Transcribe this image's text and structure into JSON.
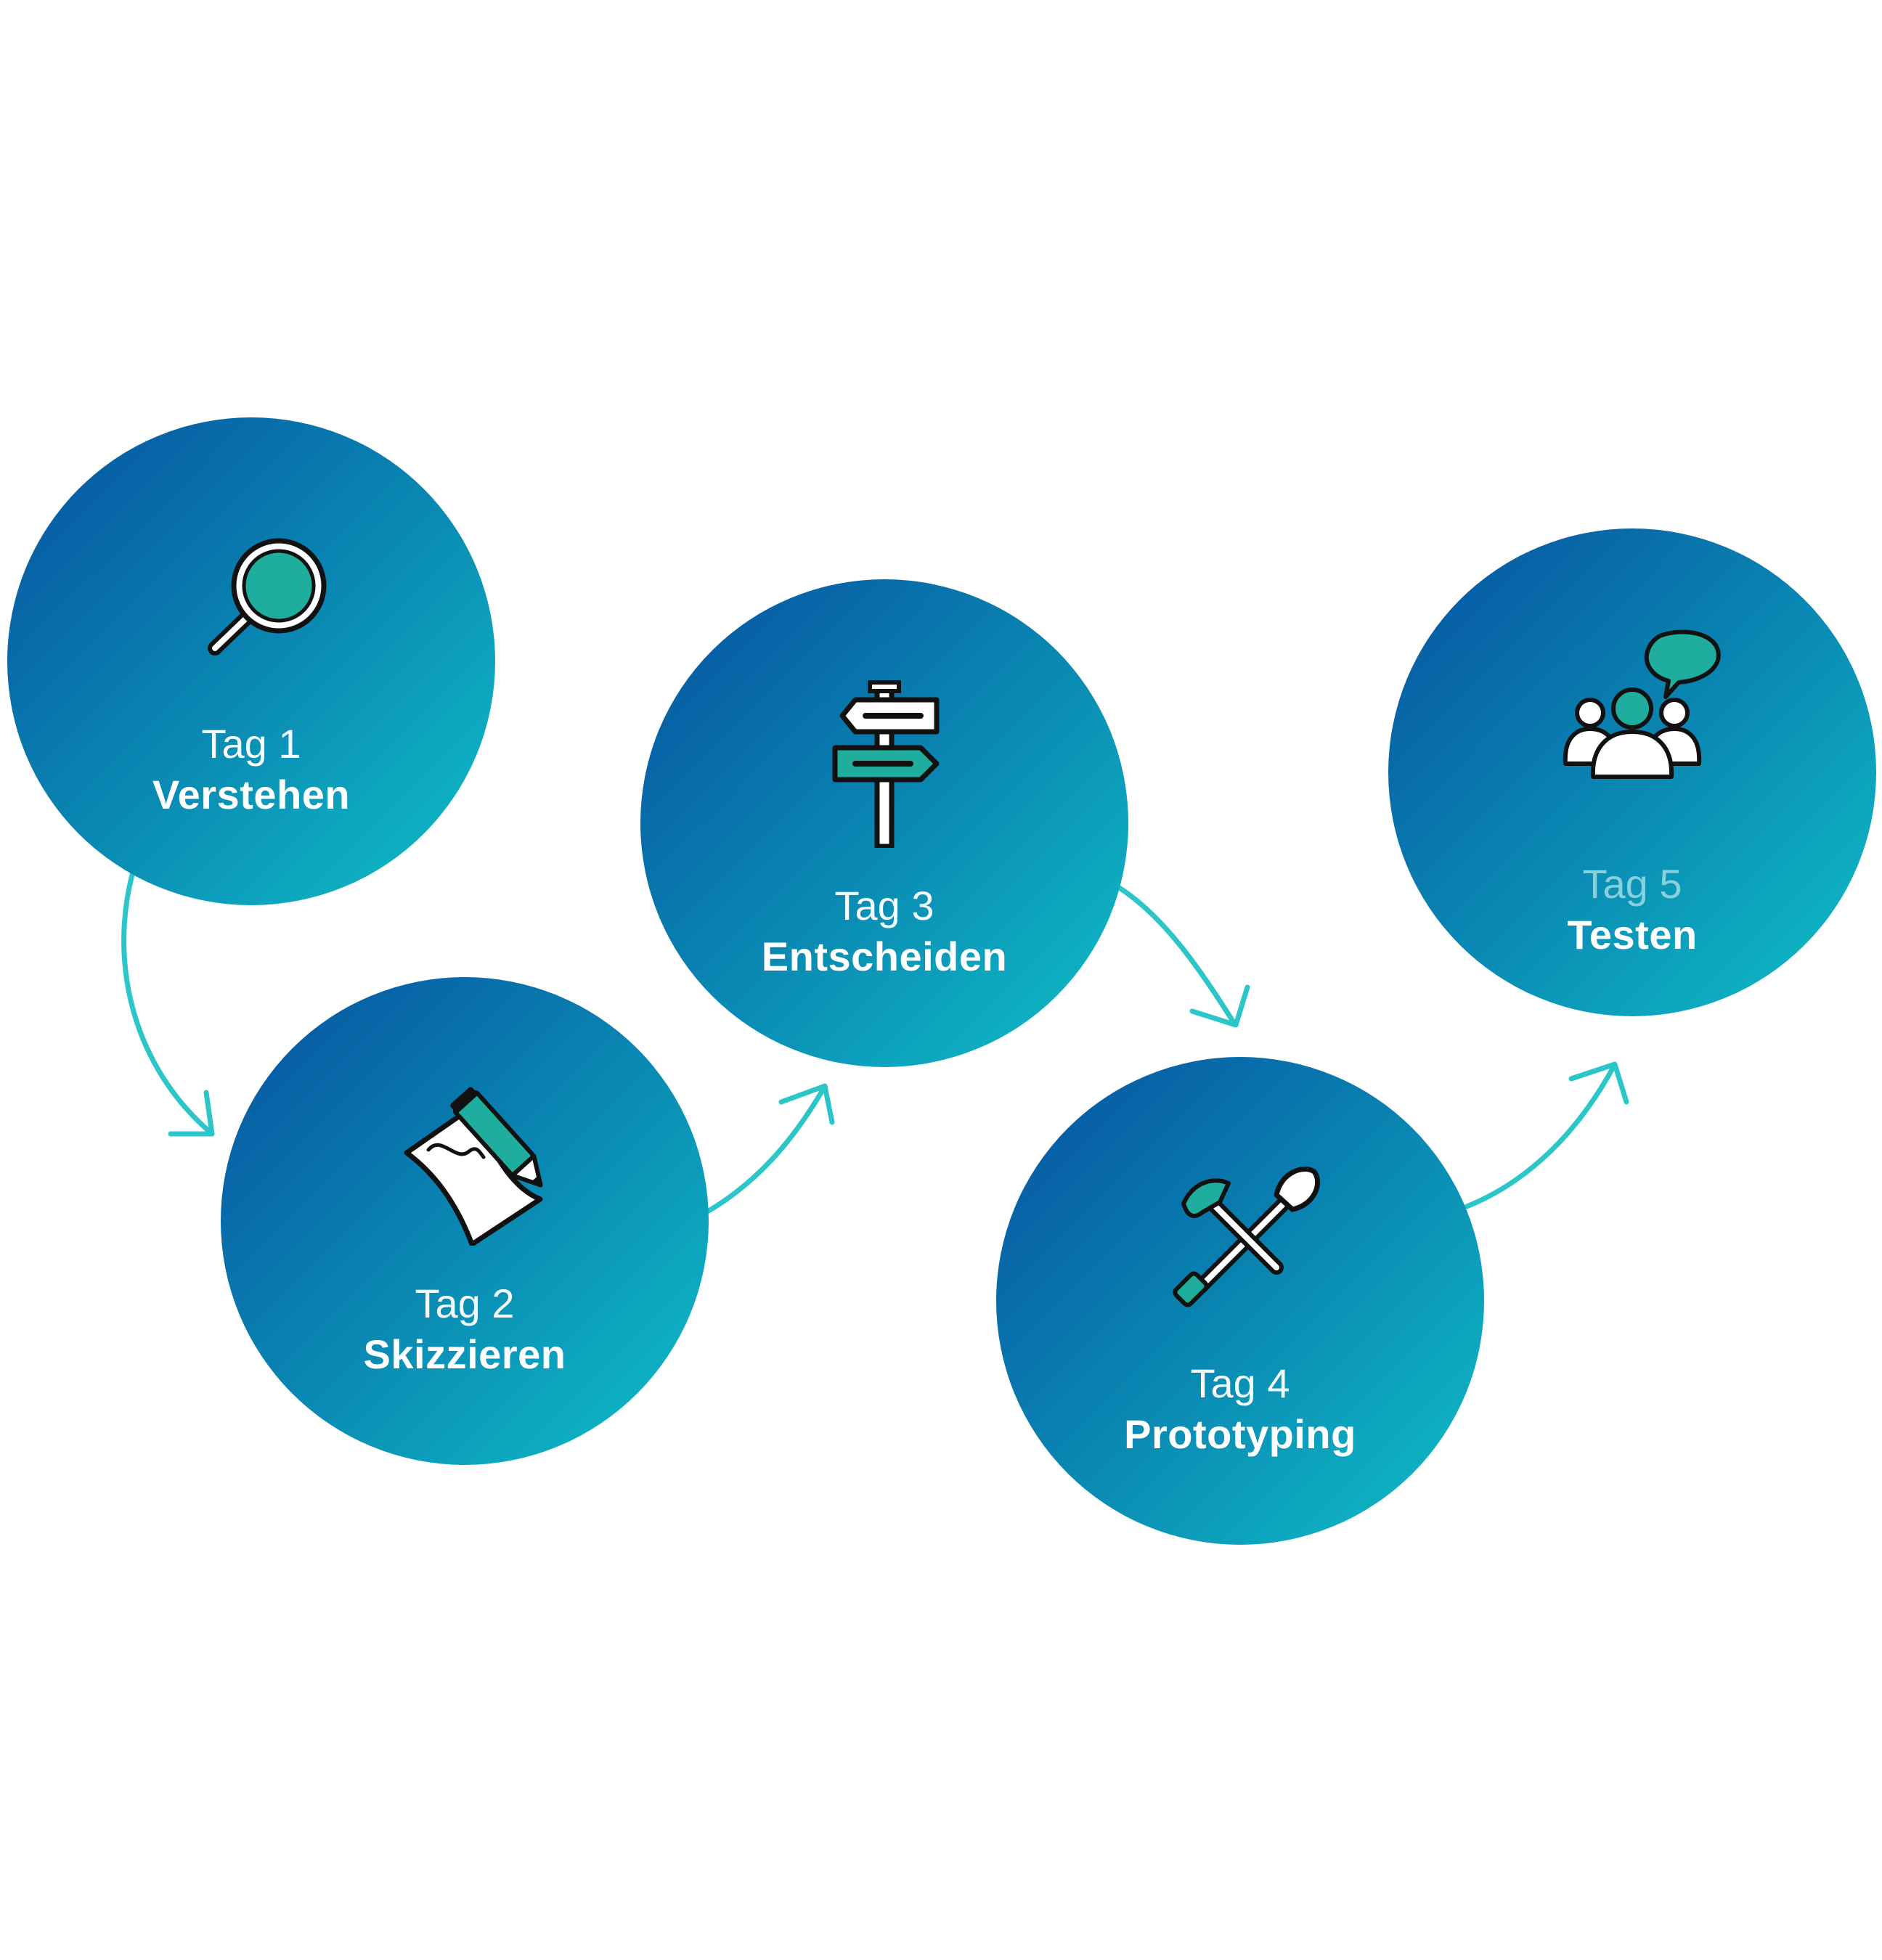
{
  "colors": {
    "circle_gradient_start": "#0650a0",
    "circle_gradient_end": "#10c0c8",
    "arrow": "#2cc6c9",
    "icon_fill": "#1fae9e",
    "icon_stroke": "#111111"
  },
  "days": [
    {
      "tag": "Tag 1",
      "name": "Verstehen",
      "icon": "magnifier-icon"
    },
    {
      "tag": "Tag 2",
      "name": "Skizzieren",
      "icon": "paper-pencil-icon"
    },
    {
      "tag": "Tag 3",
      "name": "Entscheiden",
      "icon": "signpost-icon"
    },
    {
      "tag": "Tag 4",
      "name": "Prototyping",
      "icon": "hammer-shovel-icon"
    },
    {
      "tag": "Tag 5",
      "name": "Testen",
      "icon": "user-group-speech-icon"
    }
  ]
}
